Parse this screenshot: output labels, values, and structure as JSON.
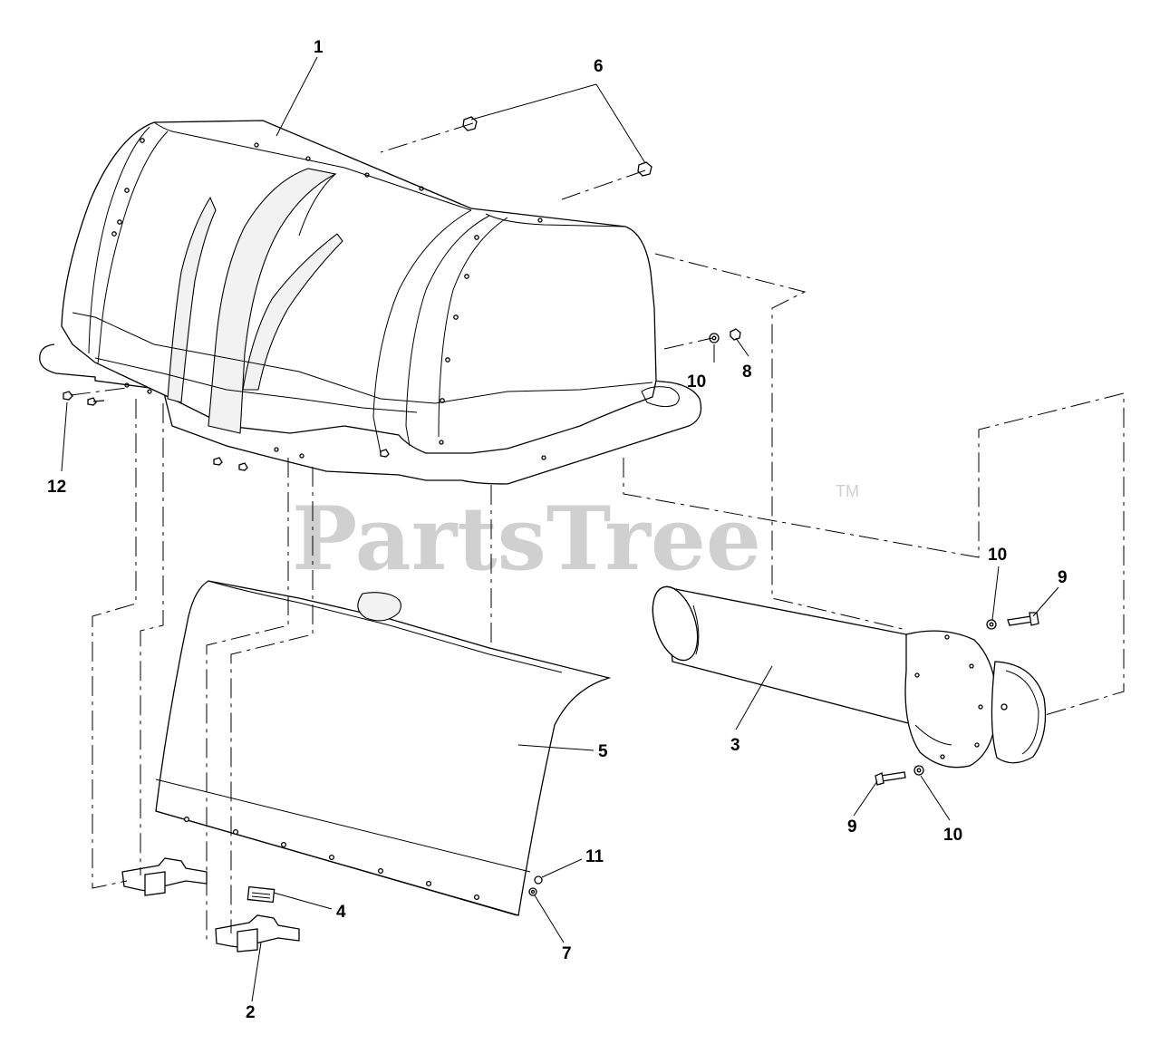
{
  "watermark": {
    "brand": "PartsTree",
    "trademark": "TM"
  },
  "callouts": {
    "c1": "1",
    "c2": "2",
    "c3": "3",
    "c4": "4",
    "c5": "5",
    "c6": "6",
    "c7": "7",
    "c8": "8",
    "c9a": "9",
    "c9b": "9",
    "c10a": "10",
    "c10b": "10",
    "c10c": "10",
    "c11": "11",
    "c12": "12"
  }
}
